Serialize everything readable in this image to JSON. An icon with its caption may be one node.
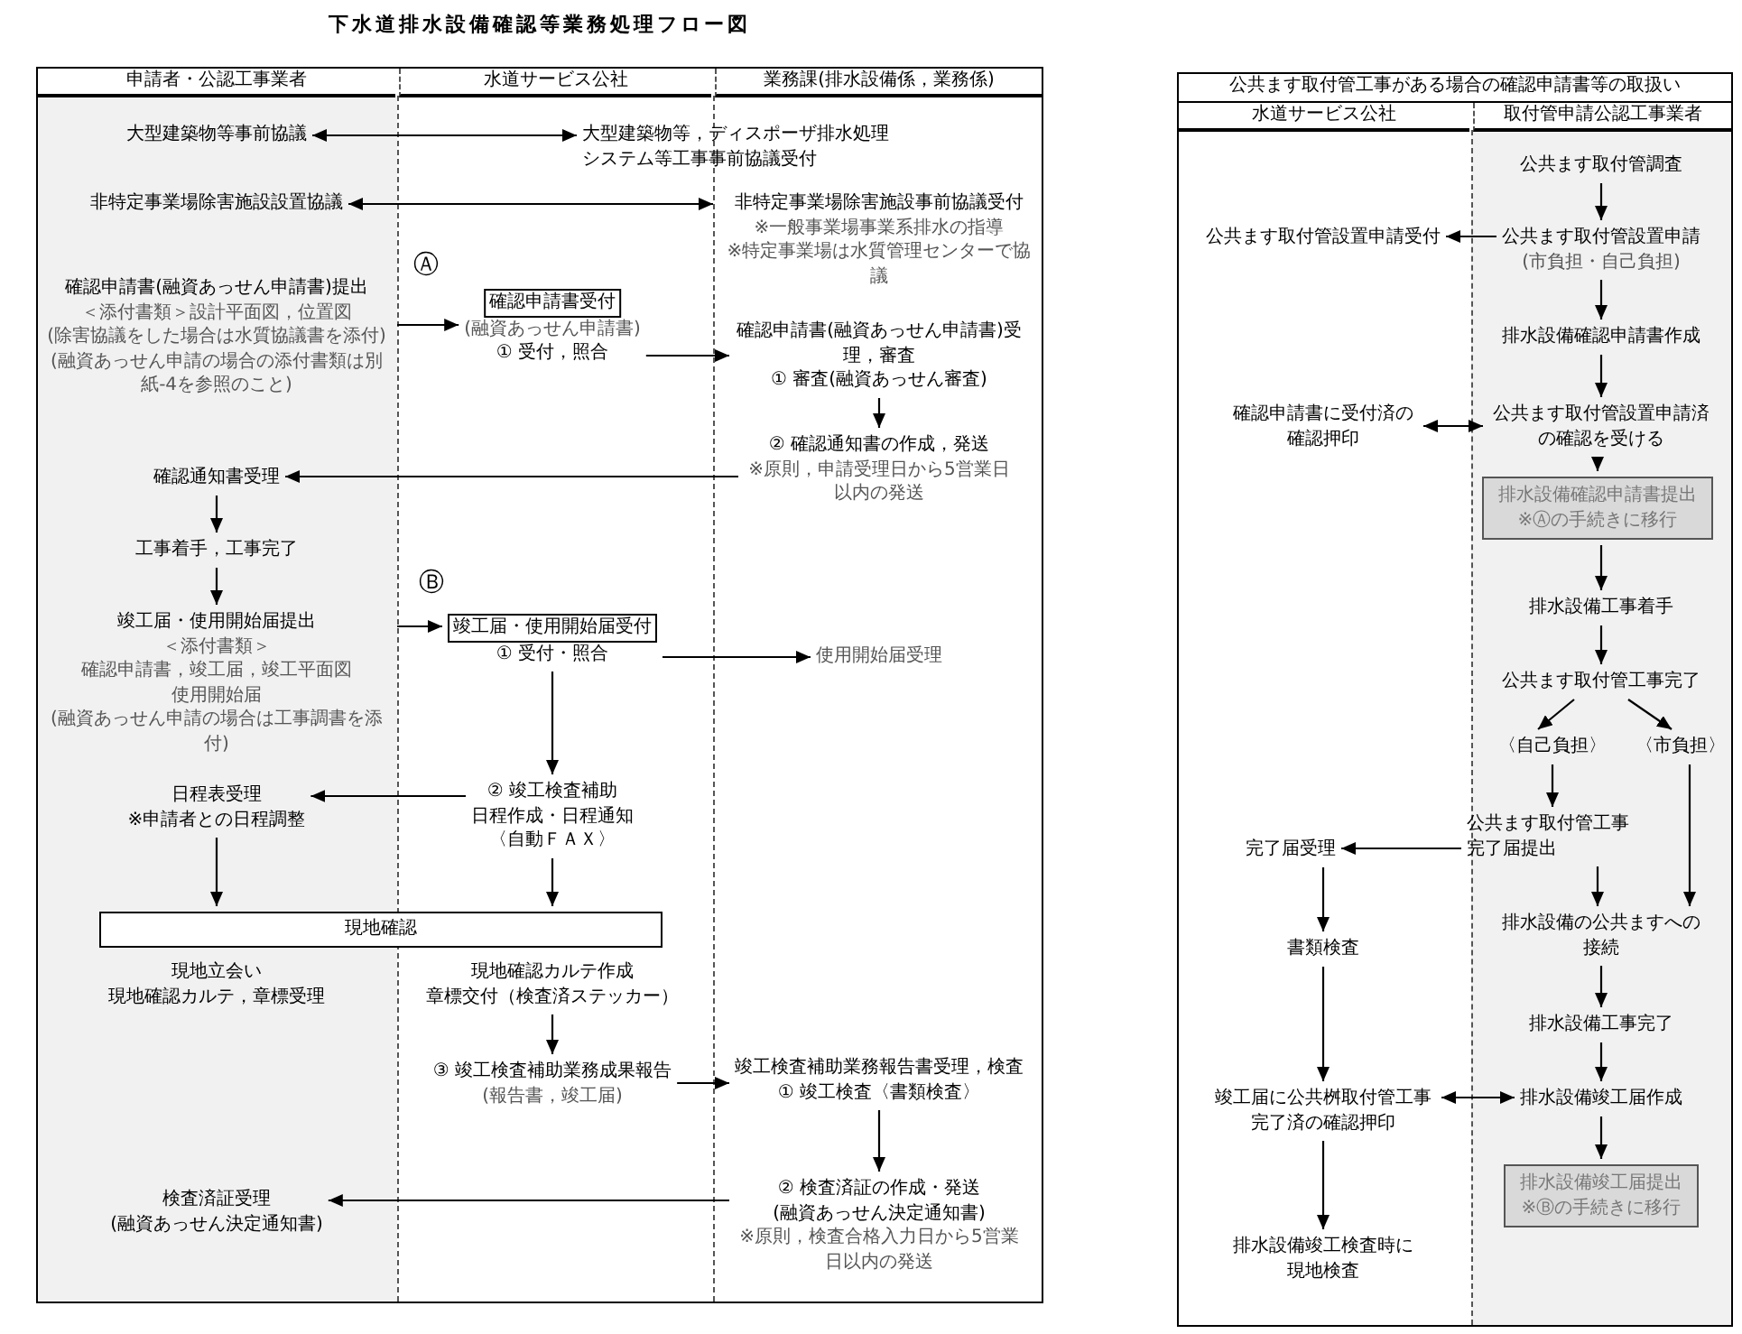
{
  "diagram": {
    "title": "下水道排水設備確認等業務処理フロー図",
    "nodes": [
      {
        "text": [
          "大型建築物等事前協議"
        ]
      },
      {
        "text": [
          "大型建築物等，ディスポーザ排水処理システム等工事事前協議受付"
        ]
      },
      {
        "text": [
          "非特定事業場除害施設設置協議"
        ]
      },
      {
        "text": [
          "非特定事業場除害施設事前協議受付",
          "※一般事業場事業系排水の指導",
          "※特定事業場は水質管理センターで協議"
        ]
      },
      {
        "text": [
          "確認申請書(融資あっせん申請書)提出",
          "＜添付書類＞設計平面図，位置図",
          "(除害協議をした場合は水質協議書を添付)",
          "(融資あっせん申請の場合の添付書類は別紙-4を参照のこと)"
        ]
      },
      {
        "text": [
          "確認申請書受付",
          "(融資あっせん申請書)",
          "① 受付，照合"
        ]
      },
      {
        "text": [
          "確認申請書(融資あっせん申請書)受理，審査",
          "① 審査(融資あっせん審査)"
        ]
      },
      {
        "text": [
          "② 確認通知書の作成，発送",
          "※原則，申請受理日から5営業日以内の発送"
        ]
      },
      {
        "text": [
          "確認通知書受理"
        ]
      },
      {
        "text": [
          "工事着手，工事完了"
        ]
      },
      {
        "text": [
          "竣工届・使用開始届提出",
          "＜添付書類＞",
          "確認申請書，竣工届，竣工平面図",
          "使用開始届",
          "(融資あっせん申請の場合は工事調書を添付)"
        ]
      },
      {
        "text": [
          "竣工届・使用開始届受付",
          "① 受付・照合"
        ]
      },
      {
        "text": [
          "使用開始届受理"
        ]
      },
      {
        "text": [
          "② 竣工検査補助",
          "日程作成・日程通知",
          "〈自動ＦＡＸ〉"
        ]
      },
      {
        "text": [
          "日程表受理",
          "※申請者との日程調整"
        ]
      },
      {
        "text": [
          "現地確認"
        ]
      },
      {
        "text": [
          "現地立会い",
          "現地確認カルテ，章標受理"
        ]
      },
      {
        "text": [
          "現地確認カルテ作成",
          "章標交付（検査済ステッカー）"
        ]
      },
      {
        "text": [
          "③ 竣工検査補助業務成果報告",
          "(報告書，竣工届)"
        ]
      },
      {
        "text": [
          "竣工検査補助業務報告書受理，検査",
          "① 竣工検査〈書類検査〉"
        ]
      },
      {
        "text": [
          "② 検査済証の作成・発送",
          "(融資あっせん決定通知書)",
          "※原則，検査合格入力日から5営業日以内の発送"
        ]
      },
      {
        "text": [
          "検査済証受理",
          "(融資あっせん決定通知書)"
        ]
      },
      {
        "text": [
          "公共ます取付管調査"
        ]
      },
      {
        "text": [
          "公共ます取付管設置申請",
          "(市負担・自己負担)"
        ]
      },
      {
        "text": [
          "公共ます取付管設置申請受付"
        ]
      },
      {
        "text": [
          "排水設備確認申請書作成"
        ]
      },
      {
        "text": [
          "公共ます取付管設置申請済の確認を受ける"
        ]
      },
      {
        "text": [
          "確認申請書に受付済の確認押印"
        ]
      },
      {
        "text": [
          "排水設備確認申請書提出",
          "※Ⓐの手続きに移行"
        ]
      },
      {
        "text": [
          "排水設備工事着手"
        ]
      },
      {
        "text": [
          "公共ます取付管工事完了"
        ]
      },
      {
        "text": [
          "〈自己負担〉"
        ]
      },
      {
        "text": [
          "〈市負担〉"
        ]
      },
      {
        "text": [
          "公共ます取付管工事完了届提出"
        ]
      },
      {
        "text": [
          "完了届受理"
        ]
      },
      {
        "text": [
          "書類検査"
        ]
      },
      {
        "text": [
          "排水設備の公共ますへの接続"
        ]
      },
      {
        "text": [
          "排水設備工事完了"
        ]
      },
      {
        "text": [
          "排水設備竣工届作成"
        ]
      },
      {
        "text": [
          "竣工届に公共桝取付管工事完了済の確認押印"
        ]
      },
      {
        "text": [
          "排水設備竣工届提出",
          "※Ⓑの手続きに移行"
        ]
      },
      {
        "text": [
          "排水設備竣工検査時に現地検査"
        ]
      }
    ],
    "edges": [
      {
        "from": 0,
        "to": 1,
        "arrow": "both"
      },
      {
        "from": 2,
        "to": 3,
        "arrow": "both"
      },
      {
        "from": 4,
        "to": 5,
        "arrow": "to"
      },
      {
        "from": 5,
        "to": 6,
        "arrow": "to"
      },
      {
        "from": 6,
        "to": 7,
        "arrow": "to"
      },
      {
        "from": 7,
        "to": 8,
        "arrow": "to"
      },
      {
        "from": 8,
        "to": 9,
        "arrow": "to"
      },
      {
        "from": 9,
        "to": 10,
        "arrow": "to"
      },
      {
        "from": 10,
        "to": 11,
        "arrow": "to"
      },
      {
        "from": 11,
        "to": 12,
        "arrow": "to"
      },
      {
        "from": 11,
        "to": 13,
        "arrow": "to"
      },
      {
        "from": 13,
        "to": 14,
        "arrow": "to"
      },
      {
        "from": 14,
        "to": 15,
        "arrow": "to"
      },
      {
        "from": 13,
        "to": 15,
        "arrow": "to"
      },
      {
        "from": 17,
        "to": 18,
        "arrow": "to"
      },
      {
        "from": 18,
        "to": 19,
        "arrow": "to"
      },
      {
        "from": 19,
        "to": 20,
        "arrow": "to"
      },
      {
        "from": 20,
        "to": 21,
        "arrow": "to"
      },
      {
        "from": 22,
        "to": 23,
        "arrow": "to"
      },
      {
        "from": 23,
        "to": 24,
        "arrow": "to"
      },
      {
        "from": 23,
        "to": 25,
        "arrow": "to"
      },
      {
        "from": 25,
        "to": 26,
        "arrow": "to"
      },
      {
        "from": 26,
        "to": 27,
        "arrow": "both"
      },
      {
        "from": 26,
        "to": 28,
        "arrow": "to"
      },
      {
        "from": 28,
        "to": 29,
        "arrow": "to"
      },
      {
        "from": 29,
        "to": 30,
        "arrow": "to"
      },
      {
        "from": 30,
        "to": 31,
        "arrow": "to"
      },
      {
        "from": 30,
        "to": 32,
        "arrow": "to"
      },
      {
        "from": 31,
        "to": 33,
        "arrow": "to"
      },
      {
        "from": 33,
        "to": 34,
        "arrow": "to"
      },
      {
        "from": 33,
        "to": 36,
        "arrow": "to"
      },
      {
        "from": 32,
        "to": 36,
        "arrow": "to"
      },
      {
        "from": 34,
        "to": 35,
        "arrow": "to"
      },
      {
        "from": 35,
        "to": 39,
        "arrow": "to"
      },
      {
        "from": 36,
        "to": 37,
        "arrow": "to"
      },
      {
        "from": 37,
        "to": 38,
        "arrow": "to"
      },
      {
        "from": 38,
        "to": 39,
        "arrow": "both"
      },
      {
        "from": 38,
        "to": 40,
        "arrow": "to"
      },
      {
        "from": 39,
        "to": 41,
        "arrow": "to"
      }
    ],
    "labels": [
      "申請者・公認工事業者",
      "水道サービス公社",
      "業務課(排水設備係，業務係)",
      "Ⓐ",
      "Ⓑ",
      "公共ます取付管工事がある場合の確認申請書等の取扱い",
      "水道サービス公社",
      "取付管申請公認工事業者"
    ]
  }
}
